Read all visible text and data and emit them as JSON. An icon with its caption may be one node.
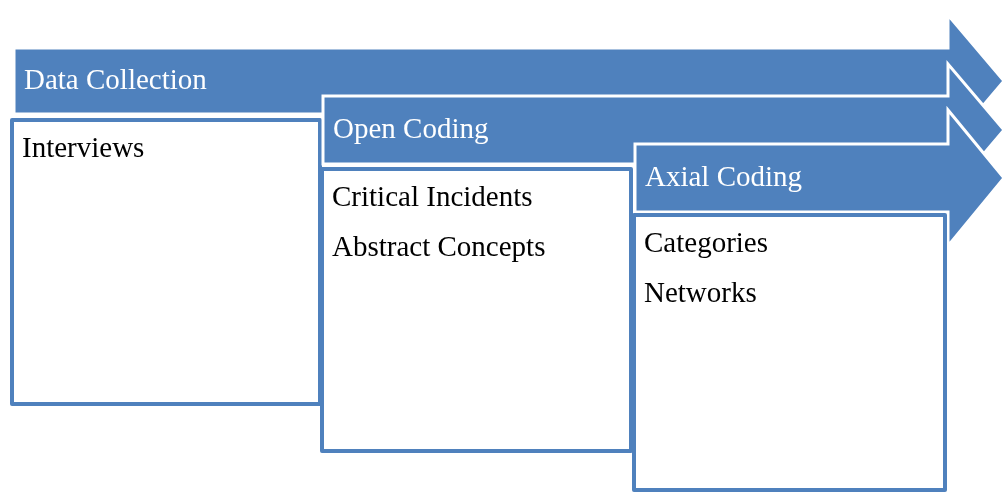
{
  "diagram": {
    "nodes": [
      {
        "text": [
          "Data Collection"
        ]
      },
      {
        "text": [
          "Interviews"
        ]
      },
      {
        "text": [
          "Open Coding"
        ]
      },
      {
        "text": [
          "Critical Incidents",
          "Abstract Concepts"
        ]
      },
      {
        "text": [
          "Axial Coding"
        ]
      },
      {
        "text": [
          "Categories",
          "Networks"
        ]
      }
    ]
  }
}
